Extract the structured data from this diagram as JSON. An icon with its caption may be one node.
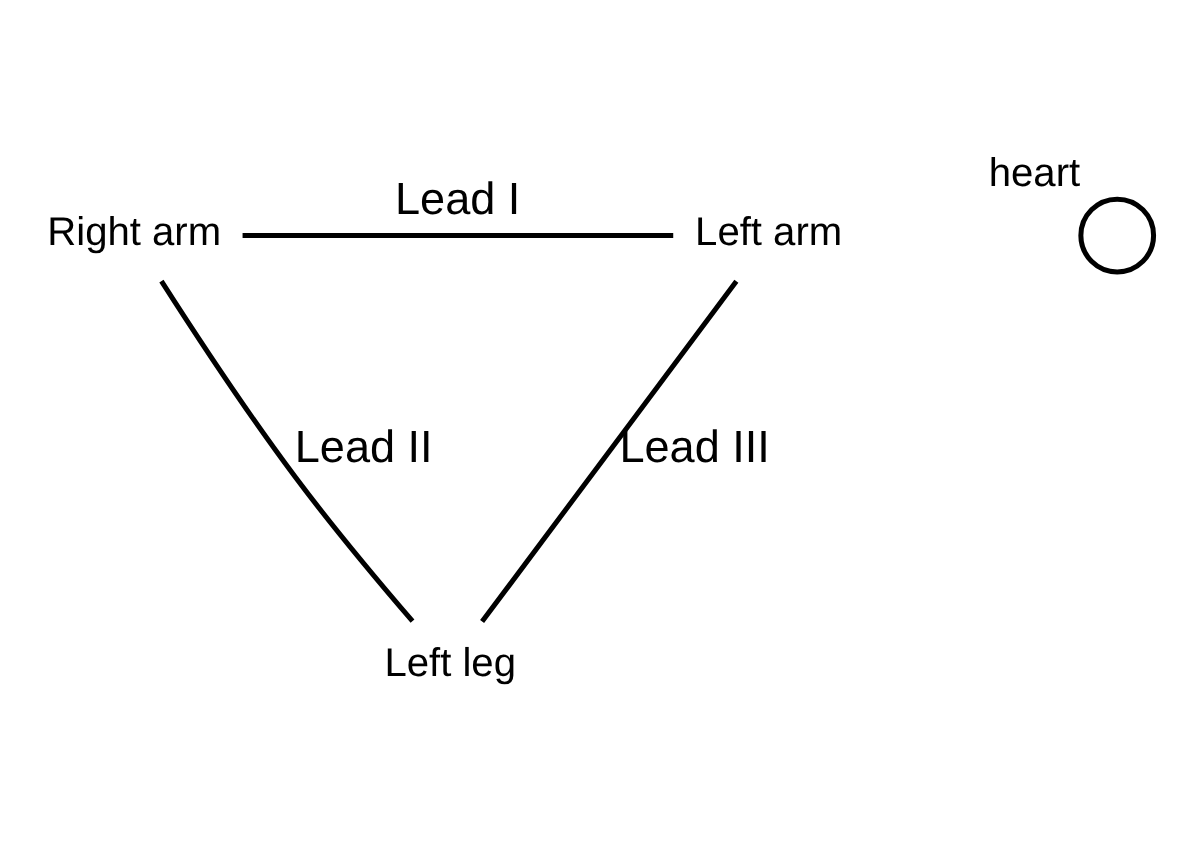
{
  "diagram": {
    "nodes": [
      {
        "text": [
          "Right arm"
        ]
      },
      {
        "text": [
          "Left arm"
        ]
      },
      {
        "text": [],
        "shape": "circle",
        "beside": [
          "heart"
        ]
      },
      {
        "text": [
          "Left leg"
        ]
      }
    ],
    "edges": [
      {
        "from": 0,
        "to": 1,
        "arrow": "none",
        "label": "Lead I"
      },
      {
        "from": 0,
        "to": 3,
        "arrow": "none",
        "label": "Lead II"
      },
      {
        "from": 1,
        "to": 3,
        "arrow": "none",
        "label": "Lead III"
      }
    ]
  }
}
